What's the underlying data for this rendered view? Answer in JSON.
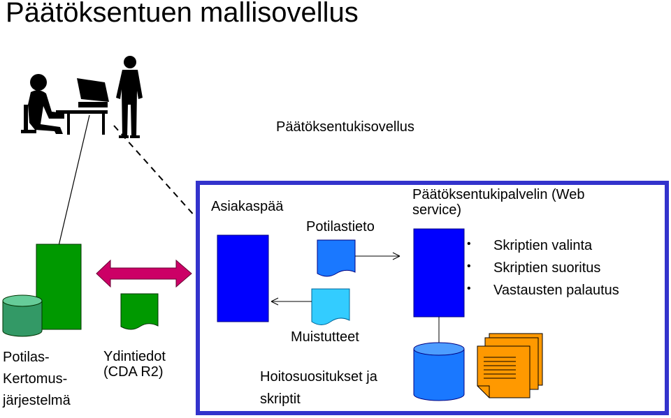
{
  "title": "Päätöksentuen mallisovellus",
  "app_label": "Päätöksentukisovellus",
  "client_label": "Asiakaspää",
  "patient_info_label": "Potilastieto",
  "server_label_line1": "Päätöksentukipalvelin (Web",
  "server_label_line2": "service)",
  "bullets": [
    "Skriptien valinta",
    "Skriptien suoritus",
    "Vastausten palautus"
  ],
  "notes_label": "Muistutteet",
  "guidelines_label": "Hoitosuositukset ja skriptit",
  "core_data_line1": "Ydintiedot",
  "core_data_line2": "(CDA R2)",
  "patient_system_line1": "Potilas-",
  "patient_system_line2": "Kertomus-",
  "patient_system_line3": "järjestelmä",
  "colors": {
    "frame": "#3333cc",
    "client_box": "#0000ff",
    "patient_doc": "#1a78ff",
    "notes_doc": "#33ccff",
    "green_box": "#009900",
    "green_db": "#339966",
    "arrow": "#cc0066",
    "blue_db": "#1a78ff",
    "pages": "#ff9900"
  },
  "icons": [
    "computer-user-icon",
    "standing-person-icon"
  ]
}
